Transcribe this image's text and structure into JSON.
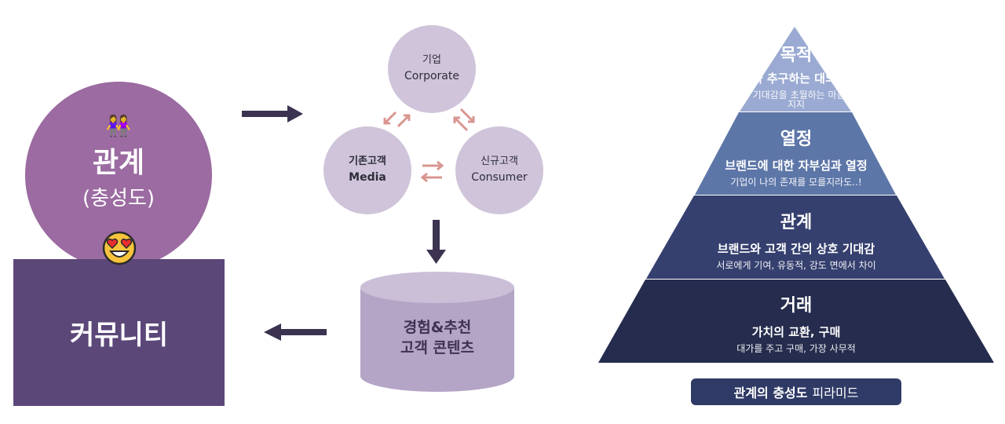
{
  "left": {
    "circle_icon": "two-people-emoji",
    "circle_emoji": "👭",
    "circle_title": "관계",
    "circle_subtitle": "(충성도)",
    "face_icon": "heart-eyes-face",
    "box_label": "커뮤니티"
  },
  "middle": {
    "corporate": {
      "ko": "기업",
      "en": "Corporate"
    },
    "media": {
      "ko": "기존고객",
      "en": "Media"
    },
    "consumer": {
      "ko": "신규고객",
      "en": "Consumer"
    },
    "cylinder_line1": "경험&추천",
    "cylinder_line2": "고객 콘텐츠"
  },
  "pyramid": {
    "levels": [
      {
        "title": "목적",
        "main": "브랜드가 추구하는 대의를 지지",
        "desc": "대가를 바라는 기대감을 초월하는 마음, 깊은 관심과 지지"
      },
      {
        "title": "열정",
        "main": "브랜드에 대한 자부심과 열정",
        "desc": "기업이  나의 존재를 모를지라도..!"
      },
      {
        "title": "관계",
        "main": "브랜드와 고객 간의 상호 기대감",
        "desc": "서로에게 기여, 유동적, 강도 면에서 차이"
      },
      {
        "title": "거래",
        "main": "가치의 교환, 구매",
        "desc": "대가를 주고 구매, 가장 사무적"
      }
    ],
    "caption_bold": "관계의 충성도",
    "caption_rest": "피라미드"
  },
  "colors": {
    "circle_purple": "#9b6ba1",
    "community_purple": "#5c4779",
    "light_circle": "#cfc4d9",
    "cylinder": "#b4a4c6",
    "arrow_dark": "#3b3350",
    "arrow_pink": "#d9958f",
    "pyramid_1": "#9aaad2",
    "pyramid_2": "#5d76a8",
    "pyramid_3": "#36406f",
    "pyramid_4": "#252c4d",
    "pill": "#2f3a66"
  }
}
